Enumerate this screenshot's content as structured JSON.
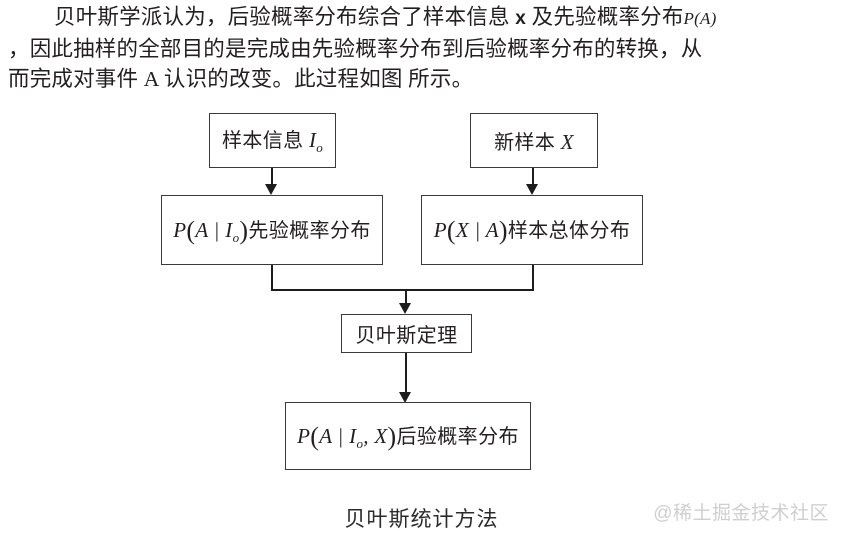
{
  "paragraph": {
    "indent": "",
    "line1_a": "贝叶斯学派认为，后验概率分布综合了样本信息 ",
    "line1_x": "x",
    "line1_b": " 及先验概率分布",
    "line1_math": "P(A)",
    "line2": "，因此抽样的全部目的是完成由先验概率分布到后验概率分布的转换，从",
    "line3": "而完成对事件 A 认识的改变。此过程如图 所示。"
  },
  "diagram": {
    "nodes": {
      "sample_info": {
        "prefix": "样本信息 ",
        "var": "I",
        "sub": "o"
      },
      "new_sample": {
        "prefix": "新样本 ",
        "var": "X"
      },
      "prior": {
        "formula_p": "P",
        "formula_args": "A | I",
        "formula_sub": "o",
        "text": "先验概率分布"
      },
      "likelihood": {
        "formula_p": "P",
        "formula_args": "X | A",
        "text": "样本总体分布"
      },
      "bayes_theorem": {
        "label": "贝叶斯定理"
      },
      "posterior": {
        "formula_p": "P",
        "formula_args": "A | I",
        "formula_sub": "o",
        "formula_args2": ", X",
        "text": "后验概率分布"
      }
    }
  },
  "caption": "贝叶斯统计方法",
  "watermark": "@稀土掘金技术社区",
  "colors": {
    "text": "#231f20",
    "line": "#1d1d1d",
    "box_border": "#3a3a3a",
    "watermark": "#cfcfcf",
    "background": "#ffffff"
  }
}
